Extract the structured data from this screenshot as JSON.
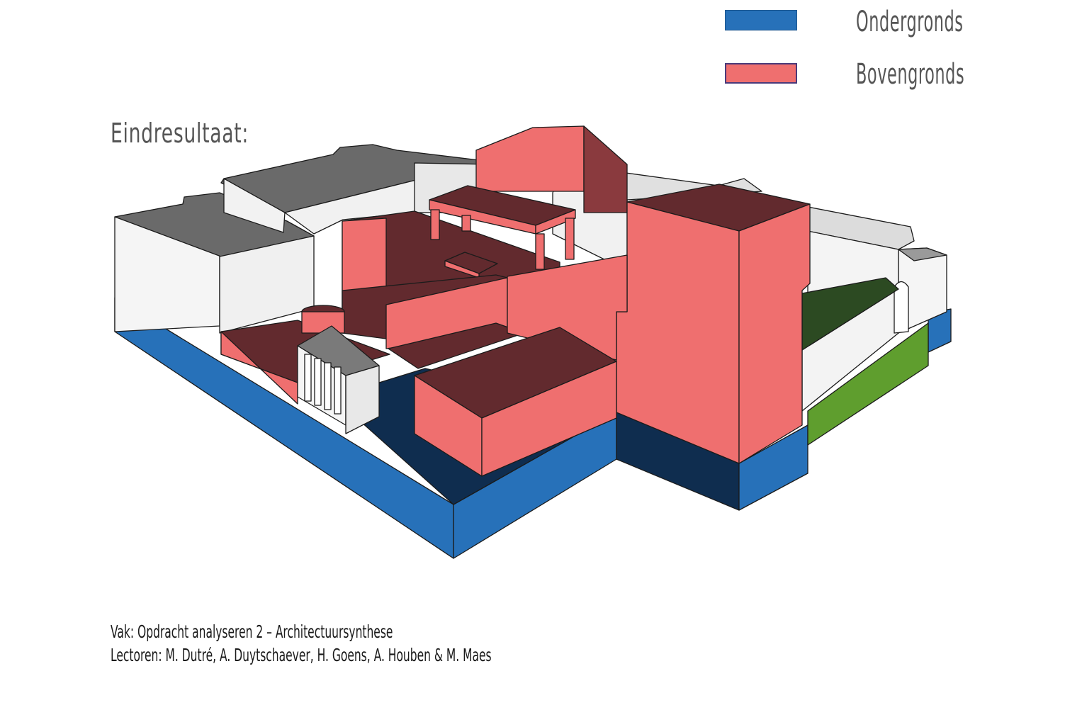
{
  "legend": {
    "items": [
      {
        "label": "Ondergronds",
        "color": "#2771b9"
      },
      {
        "label": "Bovengronds",
        "color": "#ef6f6f"
      }
    ]
  },
  "heading": "Eindresultaat:",
  "footer": {
    "course": "Vak: Opdracht analyseren 2 – Architectuursynthese",
    "lecturers": "Lectoren: M. Dutré, A. Duytschaever, H. Goens, A. Houben & M. Maes"
  },
  "colors": {
    "underground_side": "#2771b9",
    "underground_dark": "#0f2d4f",
    "aboveground_side": "#ef6f6f",
    "aboveground_top": "#622a2e",
    "existing_wall": "#f3f3f3",
    "existing_roof": "#6a6a6a",
    "grass": "#5f9e2e"
  }
}
